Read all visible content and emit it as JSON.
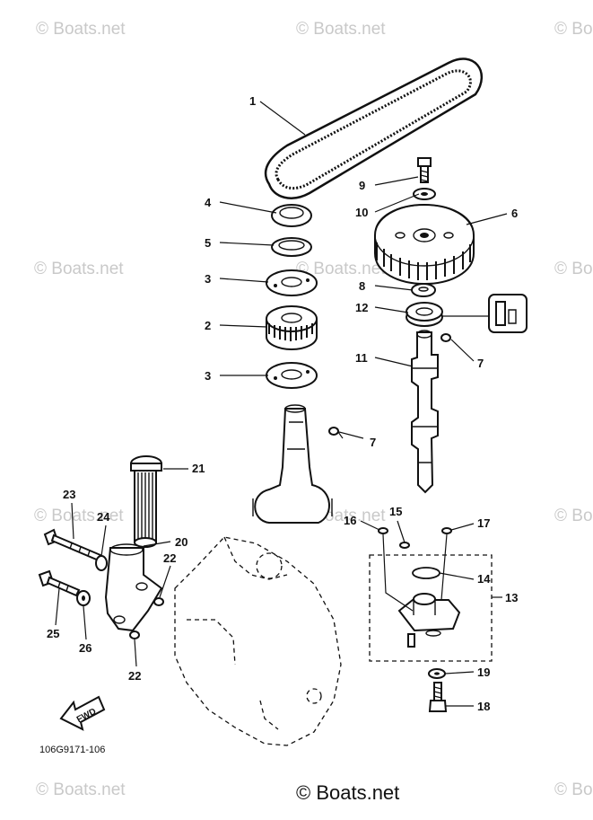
{
  "watermark": "© Boats.net",
  "drawing_code": "106G9171-106",
  "brand": "© Boats.net",
  "fwd_label": "FWD",
  "callouts": {
    "c1": "1",
    "c2": "2",
    "c3a": "3",
    "c3b": "3",
    "c4": "4",
    "c5": "5",
    "c6": "6",
    "c7a": "7",
    "c7b": "7",
    "c8": "8",
    "c9": "9",
    "c10": "10",
    "c11": "11",
    "c12": "12",
    "c13": "13",
    "c14": "14",
    "c15": "15",
    "c16": "16",
    "c17": "17",
    "c18": "18",
    "c19": "19",
    "c20": "20",
    "c21": "21",
    "c22a": "22",
    "c22b": "22",
    "c23": "23",
    "c24": "24",
    "c25": "25",
    "c26": "26"
  }
}
